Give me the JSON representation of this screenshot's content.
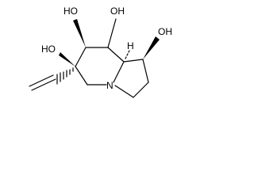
{
  "molecule": {
    "atoms": {
      "oh_c8": "OH",
      "oh_c7": "HO",
      "oh_c6": "HO",
      "oh_c1": "OH",
      "n4": "N",
      "h8a": "H"
    },
    "colors": {
      "bond": "#000000",
      "label": "#000000",
      "background": "#ffffff"
    }
  }
}
